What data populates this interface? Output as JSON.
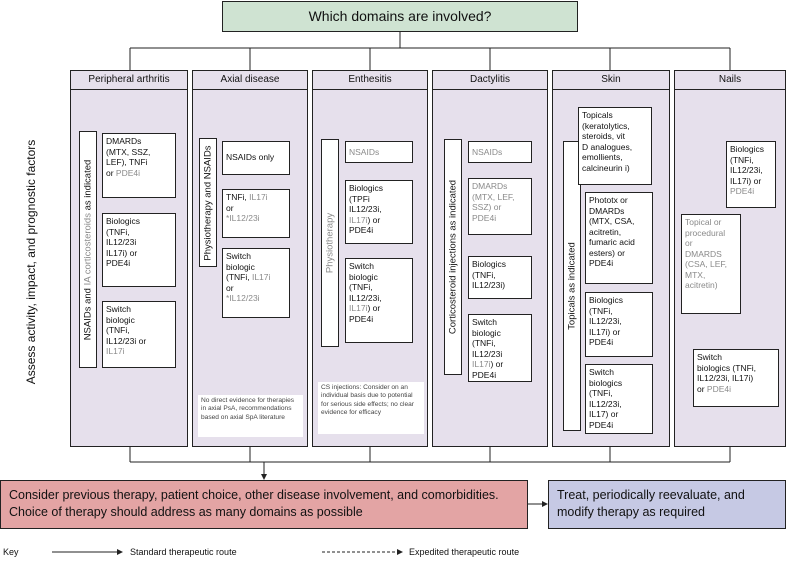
{
  "question": "Which domains are involved?",
  "side_label": "Assess activity, impact, and prognostic factors",
  "columns": {
    "peripheral": {
      "title": "Peripheral arthritis",
      "side_a": "NSAIDs and ",
      "side_b": "IA corticosteroids",
      "side_c": " as indicated",
      "b1_a": "DMARDs\n(MTX, SSZ,\nLEF), TNFi\nor ",
      "b1_b": "PDE4i",
      "b2": "Biologics\n(TNFi,\nIL12/23i\nIL17i) or\nPDE4i",
      "b3_a": "Switch\nbiologic\n(TNFi,\nIL12/23i or\n",
      "b3_b": "IL17i"
    },
    "axial": {
      "title": "Axial disease",
      "side": "Physiotherapy and NSAIDs",
      "b1": "NSAIDs only",
      "b2_a": "TNFi, ",
      "b2_b": "IL17i",
      "b2_c": "\nor\n",
      "b2_d": "*IL12/23i",
      "b3_a": "Switch\nbiologic\n(TNFi, ",
      "b3_b": "IL17i",
      "b3_c": "\nor\n",
      "b3_d": "*IL12/23i",
      "note": "No direct evidence for therapies in axial PsA, recommendations based on axial SpA literature"
    },
    "enthesitis": {
      "title": "Enthesitis",
      "side": "Physiotherapy",
      "b1": "NSAIDs",
      "b2_a": "Biologics\n(TPFi\nIL12/23i,\n",
      "b2_b": "IL17i",
      "b2_c": ") or\n",
      "b2_d": "PDE4i",
      "b3_a": "Switch\nbiologic\n(TNFi,\nIL12/23i,\n",
      "b3_b": "IL17i",
      "b3_c": ") or\n",
      "b3_d": "PDE4i",
      "note": "CS injections: Consider on an individual basis due to potential for serious side effects; no clear evidence for efficacy"
    },
    "dactylitis": {
      "title": "Dactylitis",
      "side": "Corticosteroid injections as indicated",
      "b1": "NSAIDs",
      "b2": "DMARDs\n(MTX, LEF,\nSSZ) or\nPDE4i",
      "b3": "Biologics\n(TNFi,\nIL12/23i)",
      "b4_a": "Switch\nbiologic\n(TNFi,\nIL12/23i\n",
      "b4_b": "IL17i",
      "b4_c": ") or\n",
      "b4_d": "PDE4i"
    },
    "skin": {
      "title": "Skin",
      "side": "Topicals as indicated",
      "b1": "Topicals\n(keratolytics,\nsteroids, vit\nD analogues,\nemollients,\ncalcineurin i)",
      "b2": "Phototx or\nDMARDs\n(MTX, CSA,\nacitretin,\nfumaric acid\nesters) or\nPDE4i",
      "b3": "Biologics\n(TNFi,\nIL12/23i,\nIL17i) or\nPDE4i",
      "b4": "Switch\nbiologics\n(TNFi,\nIL12/23i,\nIL17) or\nPDE4i"
    },
    "nails": {
      "title": "Nails",
      "b1_a": "Biologics\n(TNFi,\nIL12/23i,\nIL17i) or\n",
      "b1_b": "PDE4i",
      "b2": "Topical or\nprocedural\nor\nDMARDS\n(CSA, LEF,\nMTX,\nacitretin)",
      "b3_a": "Switch\nbiologics (TNFi,\nIL12/23i, IL17i)\nor ",
      "b3_b": "PDE4i"
    }
  },
  "bottom_left": "Consider previous therapy, patient choice, other disease involvement, and comorbidities. Choice of therapy should address as many domains as possible",
  "bottom_right": "Treat, periodically reevaluate, and modify therapy as required",
  "key": {
    "label": "Key",
    "standard": "Standard therapeutic route",
    "expedited": "Expedited therapeutic route"
  },
  "colors": {
    "question_bg": "#cfe3d2",
    "panel_bg": "#e6e0ec",
    "bottom_left_bg": "#e3a4a4",
    "bottom_right_bg": "#c6c9e4"
  }
}
